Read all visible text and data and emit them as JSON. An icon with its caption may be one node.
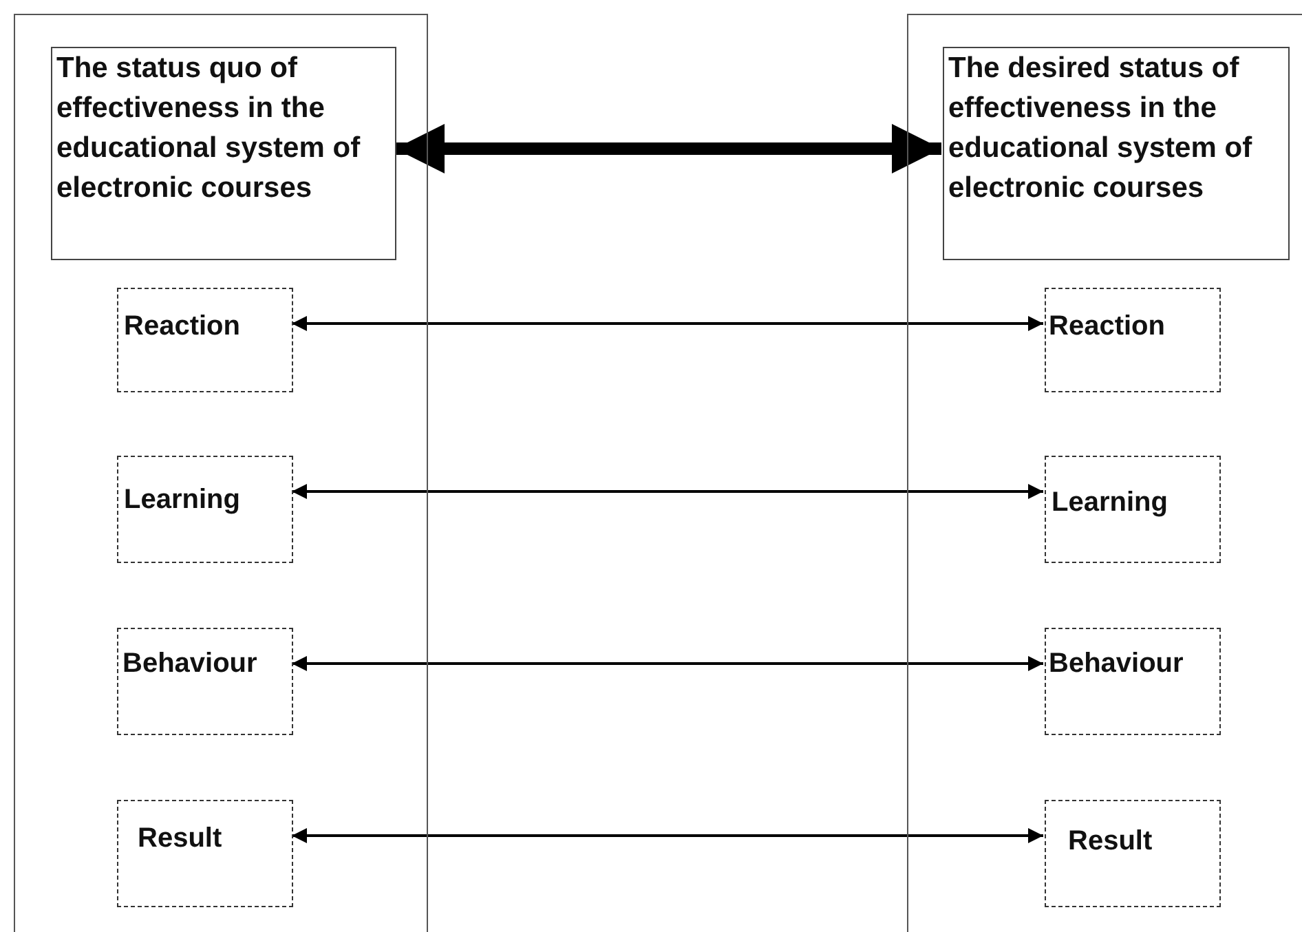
{
  "diagram": {
    "nodes": [
      {
        "text": [],
        "shape": "box"
      },
      {
        "text": [
          "The status quo of effectiveness in the educational system of electronic courses"
        ],
        "in": 0
      },
      {
        "text": [
          "Reaction"
        ],
        "in": 0
      },
      {
        "text": [
          "Learning"
        ],
        "in": 0
      },
      {
        "text": [
          "Behaviour"
        ],
        "in": 0
      },
      {
        "text": [
          "Result"
        ],
        "in": 0
      },
      {
        "text": [],
        "shape": "box"
      },
      {
        "text": [
          "The desired status of effectiveness in the educational system of electronic courses"
        ],
        "in": 6
      },
      {
        "text": [
          "Reaction"
        ],
        "in": 6
      },
      {
        "text": [
          "Learning"
        ],
        "in": 6
      },
      {
        "text": [
          "Behaviour"
        ],
        "in": 6
      },
      {
        "text": [
          "Result"
        ],
        "in": 6
      }
    ],
    "edges": [
      {
        "from": 1,
        "to": 7,
        "arrow": "both",
        "style": "thick"
      },
      {
        "from": 2,
        "to": 8,
        "arrow": "both"
      },
      {
        "from": 3,
        "to": 9,
        "arrow": "both"
      },
      {
        "from": 4,
        "to": 10,
        "arrow": "both"
      },
      {
        "from": 5,
        "to": 11,
        "arrow": "both"
      }
    ]
  }
}
